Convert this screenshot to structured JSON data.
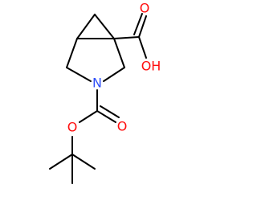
{
  "structure": {
    "atom_labels": {
      "hydroxyl": "OH",
      "carbonyl_oxygen_acid": "O",
      "nitrogen": "N",
      "ester_oxygen": "O",
      "carbonyl_oxygen_ester": "O"
    },
    "colors": {
      "bond": "#000000",
      "oxygen": "#ff0d0d",
      "nitrogen": "#3050f8",
      "background": "#ffffff"
    }
  }
}
